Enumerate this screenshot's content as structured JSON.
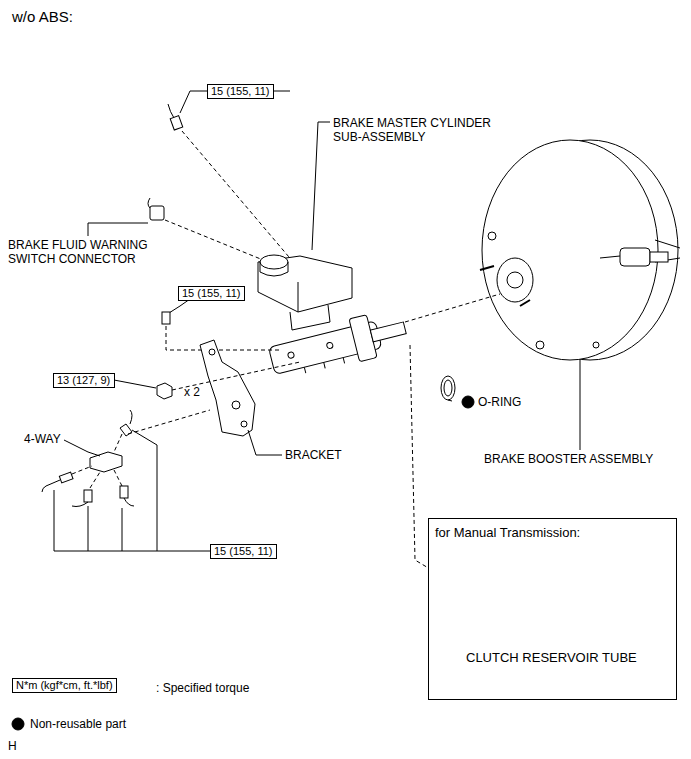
{
  "diagram": {
    "nodes": [
      {
        "text": [
          "15 (155, 11)"
        ]
      },
      {
        "text": [
          "15 (155, 11)"
        ]
      },
      {
        "text": [
          "13 (127, 9)"
        ]
      },
      {
        "text": [
          "15 (155, 11)"
        ]
      },
      {
        "text": [
          "for Manual Transmission:",
          "CLUTCH RESERVOIR TUBE"
        ]
      },
      {
        "text": [
          "N*m (kgf*cm, ft.*lbf)"
        ]
      }
    ],
    "labels": [
      "w/o ABS:",
      "BRAKE MASTER CYLINDER SUB-ASSEMBLY",
      "BRAKE FLUID WARNING SWITCH CONNECTOR",
      "x 2",
      "4-WAY",
      "BRACKET",
      "O-RING",
      "BRAKE BOOSTER ASSEMBLY",
      ": Specified torque",
      "H"
    ],
    "legend": [
      {
        "text": "Non-reusable part"
      }
    ]
  }
}
